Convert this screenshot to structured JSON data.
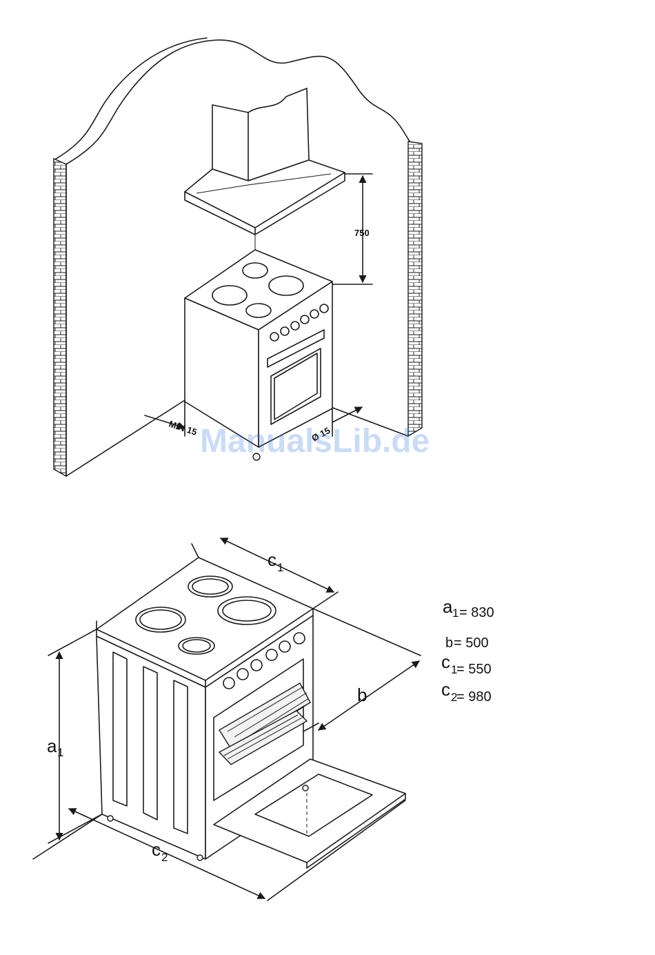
{
  "top_figure": {
    "hood_clearance": "750",
    "side_clearance_left": "MIN 15",
    "side_clearance_right": "Ø 15"
  },
  "bottom_figure": {
    "labels": {
      "a1": {
        "main": "a",
        "sub": "1"
      },
      "b": {
        "main": "b"
      },
      "c1": {
        "main": "c",
        "sub": "1"
      },
      "c2": {
        "main": "c",
        "sub": "2"
      }
    },
    "dimensions": [
      {
        "main": "a",
        "sub": "1",
        "eq": "= 830"
      },
      {
        "main": "b",
        "sub": "",
        "eq": " = 500"
      },
      {
        "main": "c",
        "sub": "1",
        "eq": " = 550"
      },
      {
        "main": "c",
        "sub": "2",
        "eq": " = 980"
      }
    ]
  },
  "watermark": "ManualsLib.de"
}
